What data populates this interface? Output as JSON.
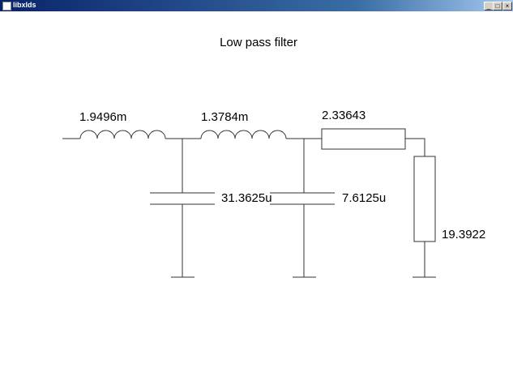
{
  "window": {
    "title": "libxlds",
    "controls": {
      "minimize": "_",
      "maximize": "□",
      "close": "×"
    }
  },
  "diagram": {
    "title": "Low pass filter",
    "inductors": [
      "1.9496m",
      "1.3784m"
    ],
    "capacitors": [
      "31.3625u",
      "7.6125u"
    ],
    "series_resistor": "2.33643",
    "load_resistor": "19.3922"
  }
}
